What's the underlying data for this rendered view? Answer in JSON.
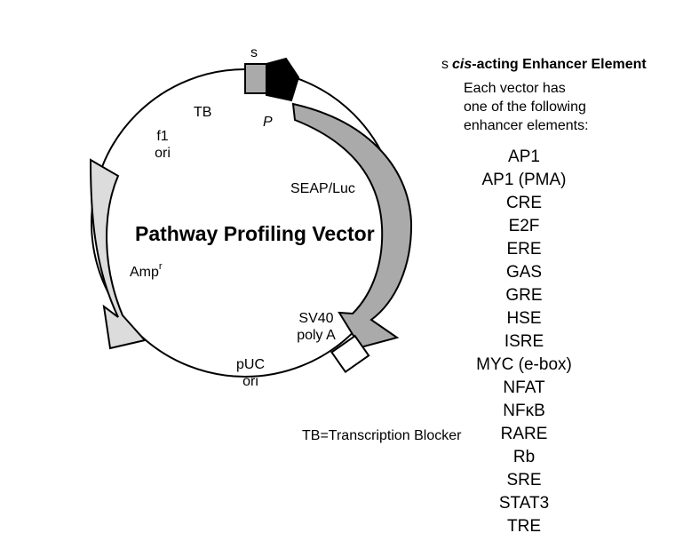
{
  "diagram": {
    "title": "Pathway Profiling Vector",
    "features": {
      "s": "s",
      "promoter": "P",
      "tb": "TB",
      "f1_ori": [
        "f1",
        "ori"
      ],
      "reporter": "SEAP/Luc",
      "amp": "Amp",
      "amp_sup": "r",
      "sv40": [
        "SV40",
        "poly A"
      ],
      "puc_ori": [
        "pUC",
        "ori"
      ]
    },
    "footnote": "TB=Transcription Blocker",
    "colors": {
      "reporter_fill": "#aaaaaa",
      "amp_fill": "#dcdcdc",
      "promoter_fill": "#000000",
      "enhancer_fill": "#aaaaaa",
      "backbone": "#000000"
    }
  },
  "legend": {
    "marker": "s",
    "heading_italic": "cis",
    "heading_rest": "-acting Enhancer Element",
    "description": [
      "Each vector has",
      "one of the following",
      "enhancer elements:"
    ],
    "elements": [
      "AP1",
      "AP1 (PMA)",
      "CRE",
      "E2F",
      "ERE",
      "GAS",
      "GRE",
      "HSE",
      "ISRE",
      "MYC (e-box)",
      "NFAT",
      "NFκB",
      "RARE",
      "Rb",
      "SRE",
      "STAT3",
      "TRE"
    ]
  }
}
